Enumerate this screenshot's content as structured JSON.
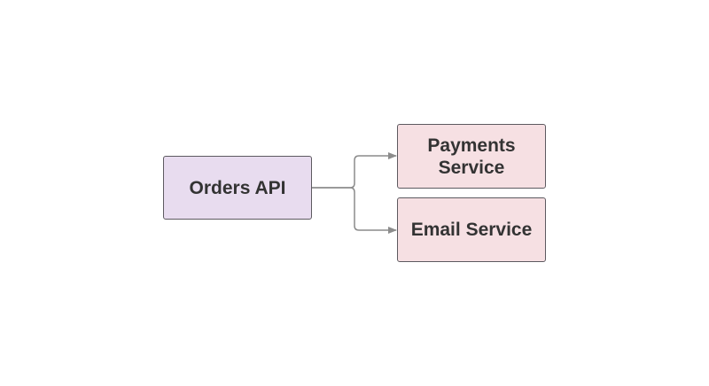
{
  "diagram": {
    "nodes": [
      {
        "id": "orders-api",
        "label": "Orders API"
      },
      {
        "id": "payments-service",
        "label": "Payments\nService"
      },
      {
        "id": "email-service",
        "label": "Email Service"
      }
    ],
    "edges": [
      {
        "from": "orders-api",
        "to": "payments-service"
      },
      {
        "from": "orders-api",
        "to": "email-service"
      }
    ],
    "colors": {
      "source_fill": "#e8dcef",
      "target_fill": "#f6e0e3",
      "border": "#5d5a60",
      "connector": "#8c8c8c",
      "text": "#333333"
    }
  }
}
